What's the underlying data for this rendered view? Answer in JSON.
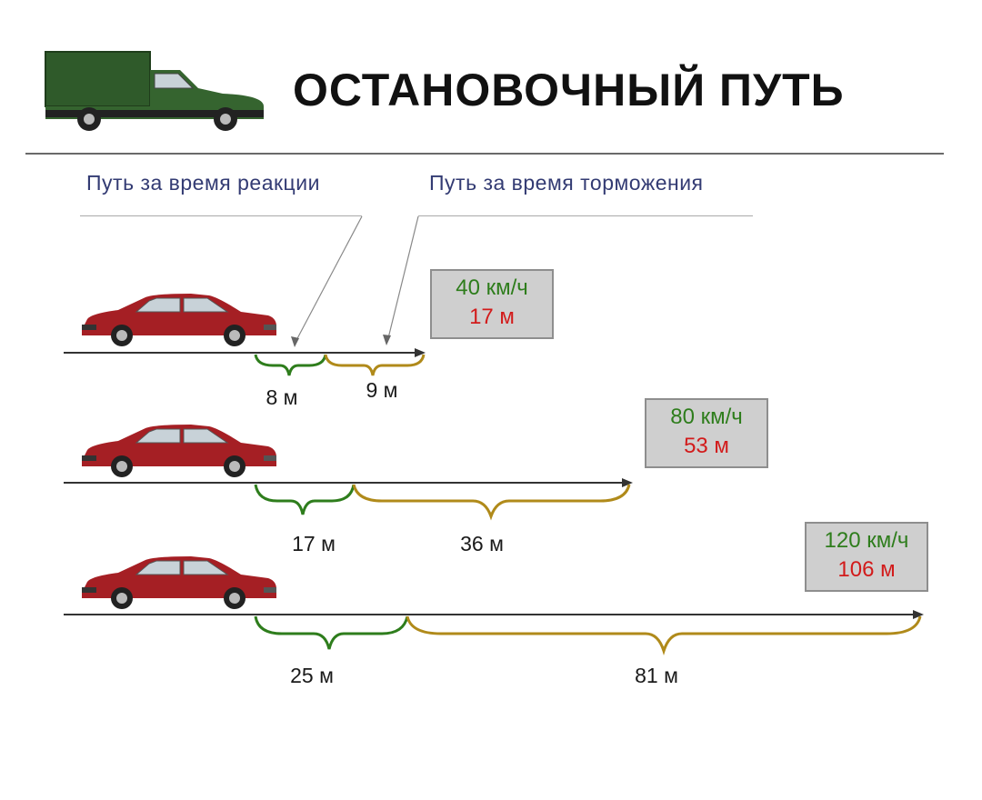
{
  "title": "ОСТАНОВОЧНЫЙ ПУТЬ",
  "legend": {
    "reaction_label": "Путь за время реакции",
    "braking_label": "Путь за время торможения"
  },
  "colors": {
    "reaction": "#2e7d1c",
    "braking": "#b08a1a",
    "speed_text": "#2e7d1c",
    "total_text": "#d21b1b",
    "car_body": "#a51f24",
    "truck_body": "#2f5a2a"
  },
  "icons": [
    "truck-icon",
    "car-icon"
  ],
  "rows": [
    {
      "speed": "40 км/ч",
      "total": "17 м",
      "reaction": "8 м",
      "braking": "9 м"
    },
    {
      "speed": "80 км/ч",
      "total": "53 м",
      "reaction": "17 м",
      "braking": "36 м"
    },
    {
      "speed": "120 км/ч",
      "total": "106 м",
      "reaction": "25 м",
      "braking": "81 м"
    }
  ]
}
